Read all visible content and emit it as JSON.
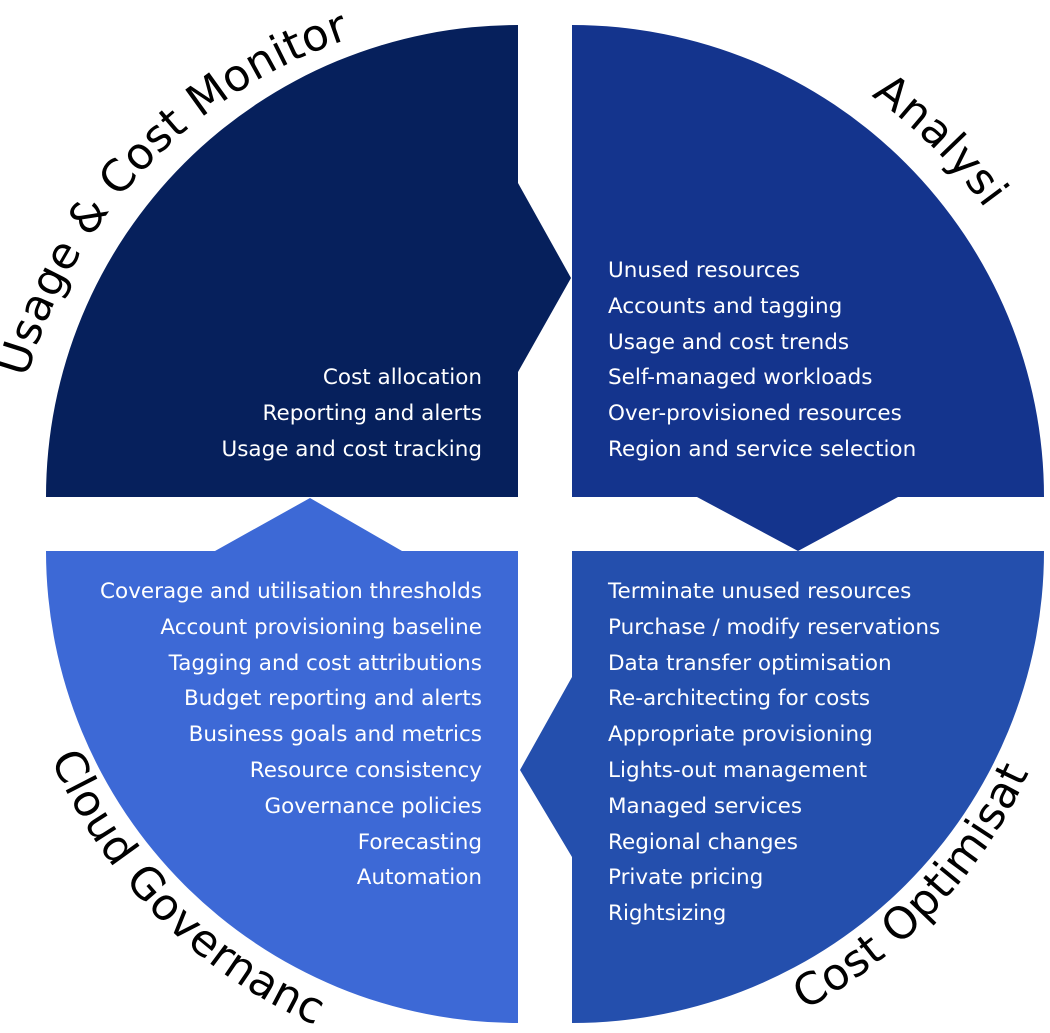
{
  "quadrants": {
    "usage_cost_monitoring": {
      "title": "Usage & Cost Monitoring",
      "color": "#06205c",
      "items": [
        "Cost allocation",
        "Reporting and alerts",
        "Usage and cost tracking"
      ]
    },
    "analysis": {
      "title": "Analysis",
      "color": "#14348d",
      "items": [
        "Unused resources",
        "Accounts and tagging",
        "Usage and cost trends",
        "Self-managed workloads",
        "Over-provisioned resources",
        "Region and service selection"
      ]
    },
    "cost_optimisation": {
      "title": "Cost Optimisation",
      "color": "#244fad",
      "items": [
        "Terminate unused resources",
        "Purchase / modify reservations",
        "Data transfer optimisation",
        "Re-architecting for costs",
        "Appropriate provisioning",
        "Lights-out management",
        "Managed services",
        "Regional changes",
        "Private pricing",
        "Rightsizing"
      ]
    },
    "cloud_governance": {
      "title": "Cloud Governance",
      "color": "#3d69d6",
      "items": [
        "Coverage and utilisation thresholds",
        "Account provisioning baseline",
        "Tagging and cost attributions",
        "Budget reporting and alerts",
        "Business goals and metrics",
        "Resource consistency",
        "Governance policies",
        "Forecasting",
        "Automation"
      ]
    }
  }
}
